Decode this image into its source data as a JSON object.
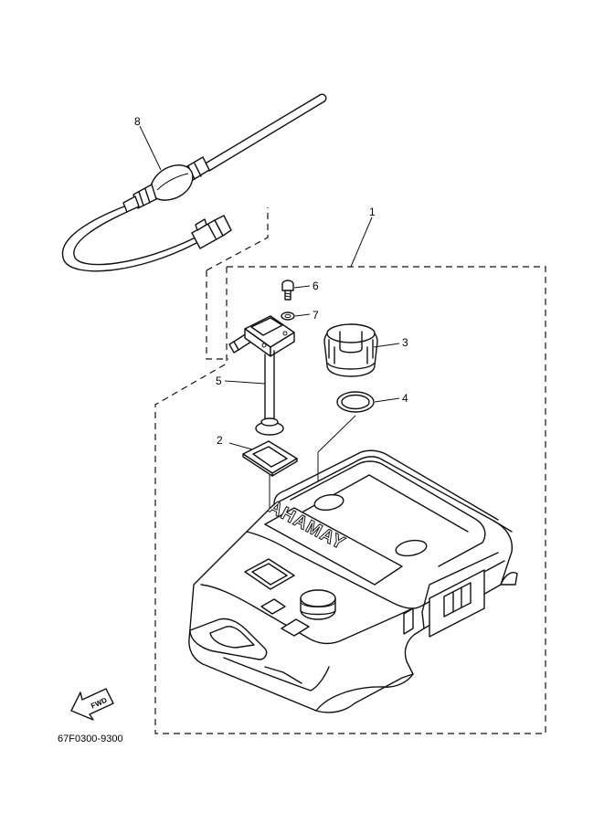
{
  "callouts": [
    {
      "id": "1",
      "label": "1"
    },
    {
      "id": "2",
      "label": "2"
    },
    {
      "id": "3",
      "label": "3"
    },
    {
      "id": "4",
      "label": "4"
    },
    {
      "id": "5",
      "label": "5"
    },
    {
      "id": "6",
      "label": "6"
    },
    {
      "id": "7",
      "label": "7"
    },
    {
      "id": "8",
      "label": "8"
    }
  ],
  "brand_text": "YAMAHA",
  "fwd_text": "FWD",
  "diagram_code": "67F0300-9300",
  "colors": {
    "line": "#111111",
    "background": "#ffffff"
  },
  "icons": [
    "fwd-arrow-icon"
  ]
}
